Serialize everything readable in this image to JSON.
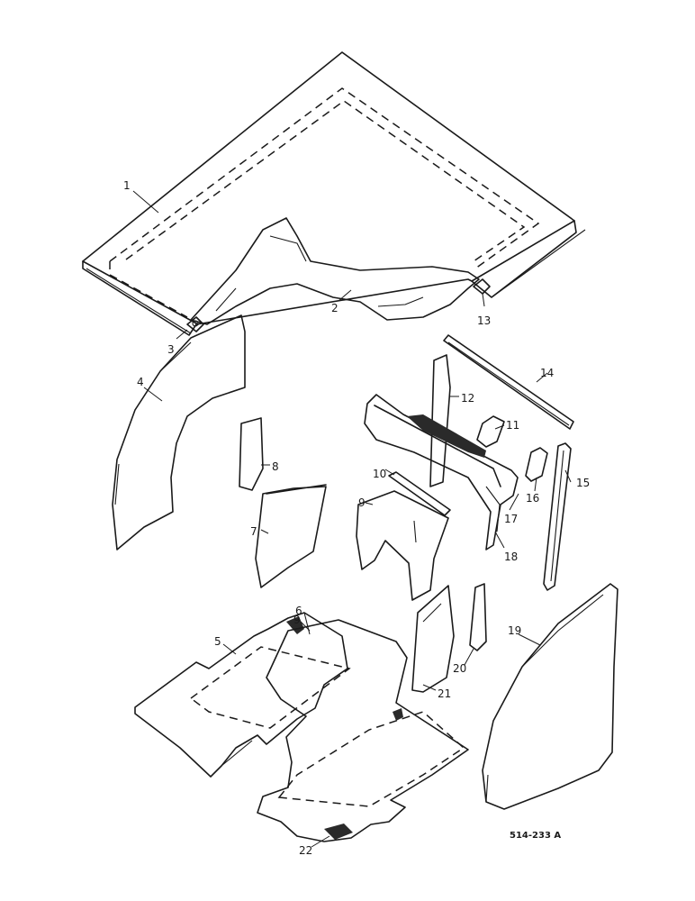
{
  "diagram": {
    "reference": "514-233 A",
    "callouts": [
      {
        "id": "1",
        "text": "1"
      },
      {
        "id": "2",
        "text": "2"
      },
      {
        "id": "3",
        "text": "3"
      },
      {
        "id": "4",
        "text": "4"
      },
      {
        "id": "5",
        "text": "5"
      },
      {
        "id": "6",
        "text": "6"
      },
      {
        "id": "7",
        "text": "7"
      },
      {
        "id": "8",
        "text": "8"
      },
      {
        "id": "9a",
        "text": "9"
      },
      {
        "id": "9b",
        "text": "9"
      },
      {
        "id": "10",
        "text": "10"
      },
      {
        "id": "11",
        "text": "11"
      },
      {
        "id": "12",
        "text": "12"
      },
      {
        "id": "13",
        "text": "13"
      },
      {
        "id": "14",
        "text": "14"
      },
      {
        "id": "15",
        "text": "15"
      },
      {
        "id": "16",
        "text": "16"
      },
      {
        "id": "17",
        "text": "17"
      },
      {
        "id": "18",
        "text": "18"
      },
      {
        "id": "19",
        "text": "19"
      },
      {
        "id": "20",
        "text": "20"
      },
      {
        "id": "21",
        "text": "21"
      },
      {
        "id": "22",
        "text": "22"
      }
    ]
  }
}
